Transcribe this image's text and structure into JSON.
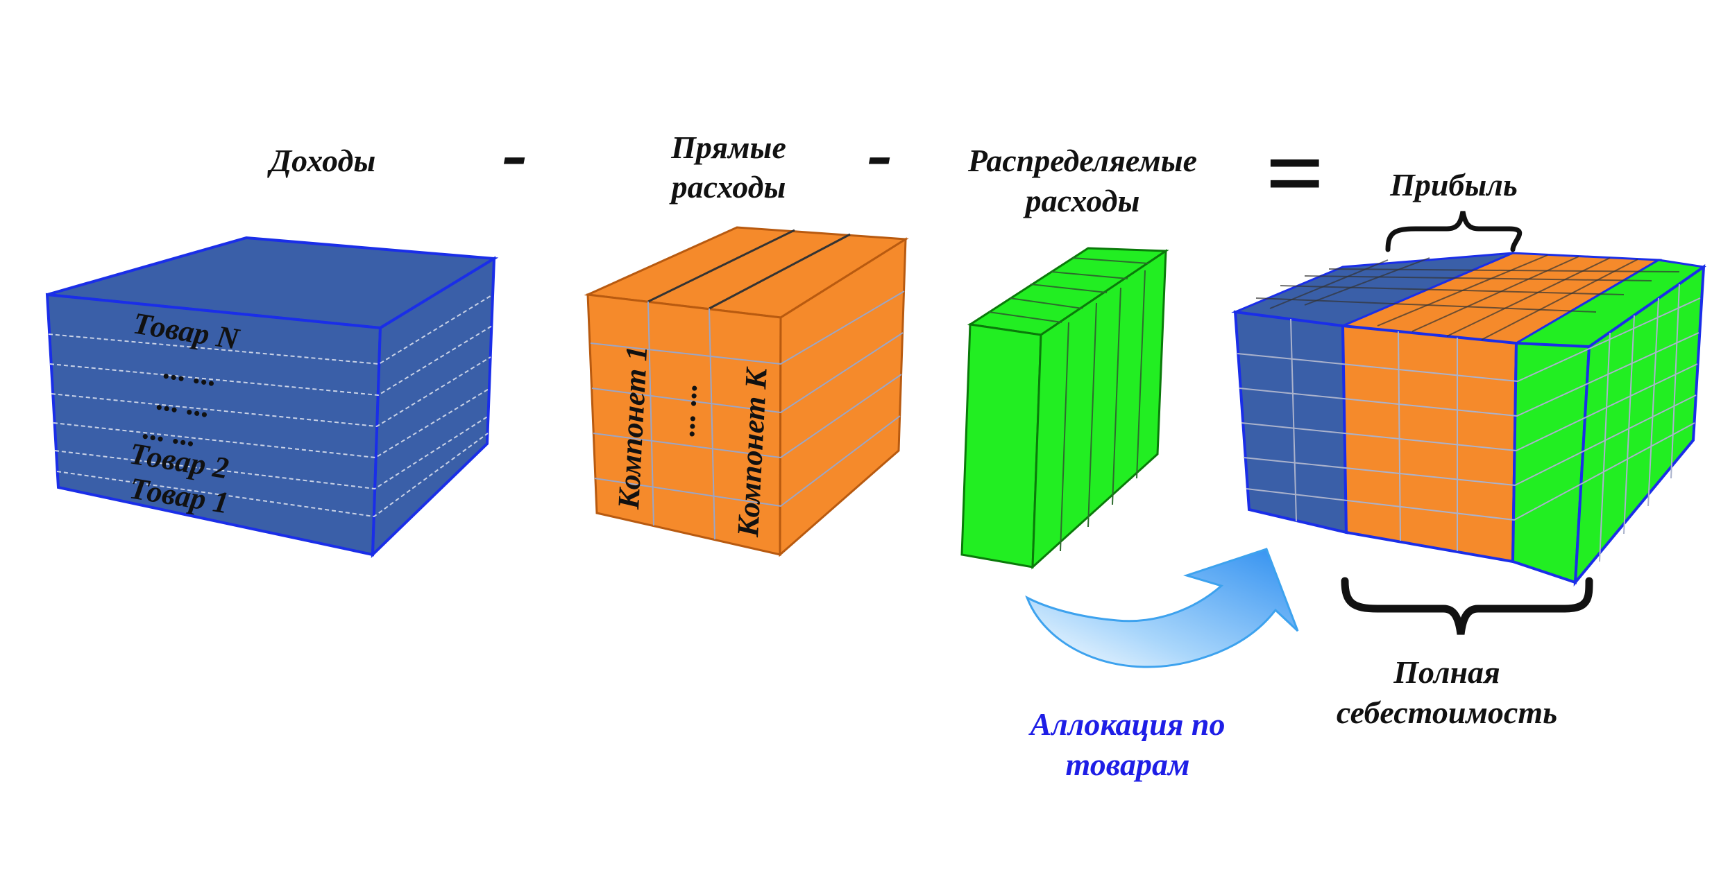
{
  "labels": {
    "revenue": "Доходы",
    "direct_costs_1": "Прямые",
    "direct_costs_2": "расходы",
    "allocated_costs_1": "Распределяемые",
    "allocated_costs_2": "расходы",
    "profit": "Прибыль",
    "full_cost_1": "Полная",
    "full_cost_2": "себестоимость",
    "allocation_1": "Аллокация по",
    "allocation_2": "товарам"
  },
  "operators": {
    "minus_1": "-",
    "minus_2": "-",
    "equals": "="
  },
  "revenue_cube": {
    "product_n": "Товар N",
    "dots_1": "... ...",
    "dots_2": "... ...",
    "dots_3": "... ...",
    "product_2": "Товар 2",
    "product_1": "Товар 1"
  },
  "direct_cube": {
    "component_1": "Компонет 1",
    "dots": "... ...",
    "component_k": "Компонет К"
  },
  "colors": {
    "blue": "#3a5fa8",
    "orange": "#f58a2b",
    "green": "#22ee22",
    "edge": "#1a2ee8",
    "text": "#111111",
    "allocation_text": "#1e1ee6",
    "arrow": "#3da2ee"
  }
}
